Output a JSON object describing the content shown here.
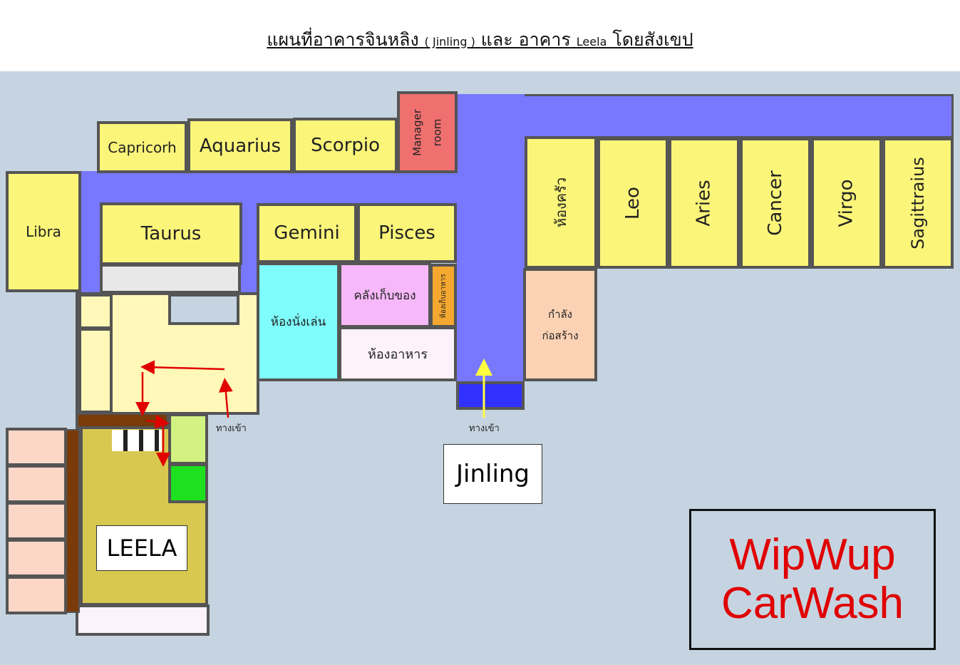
{
  "header": {
    "title_part1": "แผนที่อาคารจินหลิง",
    "title_part2": "( Jinling )",
    "title_part3": "และ อาคาร",
    "title_part4": "Leela",
    "title_part5": "โดยสังเขป"
  },
  "rooms": {
    "capricorn": "Capricorh",
    "aquarius": "Aquarius",
    "scorpio": "Scorpio",
    "manager": "Manager room",
    "libra": "Libra",
    "taurus": "Taurus",
    "gemini": "Gemini",
    "pisces": "Pisces",
    "living": "ห้องนั่งเล่น",
    "storage": "คลังเก็บของ",
    "food_storage": "ห้องเก็บอาหาร",
    "dining": "ห้องอาหาร",
    "kitchen": "ห้องครัว",
    "leo": "Leo",
    "aries": "Aries",
    "cancer": "Cancer",
    "virgo": "Virgo",
    "sagittarius": "Sagittraius",
    "construction_1": "กำลัง",
    "construction_2": "ก่อสร้าง"
  },
  "entrances": {
    "leela": "ทางเข้า",
    "jinling": "ทางเข้า"
  },
  "buildings": {
    "jinling": "Jinling",
    "leela": "LEELA"
  },
  "brand": {
    "line1": "WipWup",
    "line2": "CarWash",
    "color": "#e00000"
  },
  "colors": {
    "corridor": "#7878ff",
    "room": "#fbf57a",
    "manager": "#f07070",
    "arrow_leela": "#e00000",
    "arrow_jinling": "#ffff40"
  }
}
